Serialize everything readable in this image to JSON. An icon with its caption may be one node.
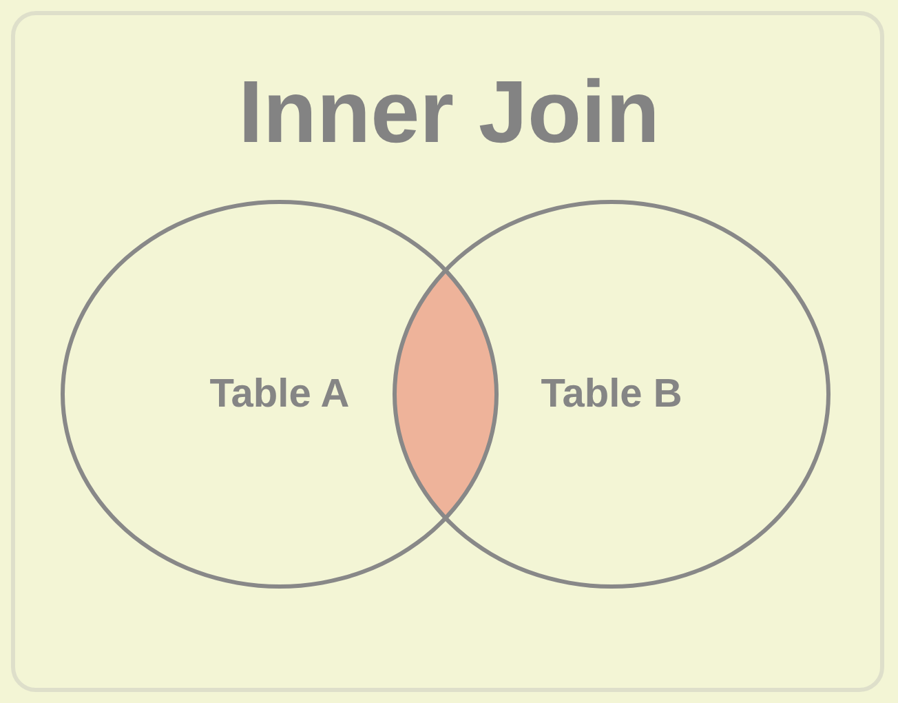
{
  "diagram": {
    "title": "Inner Join",
    "nodes": [
      {
        "text": [
          "Table A"
        ]
      },
      {
        "text": [],
        "shape": "lens"
      },
      {
        "text": [
          "Table B"
        ]
      }
    ]
  }
}
